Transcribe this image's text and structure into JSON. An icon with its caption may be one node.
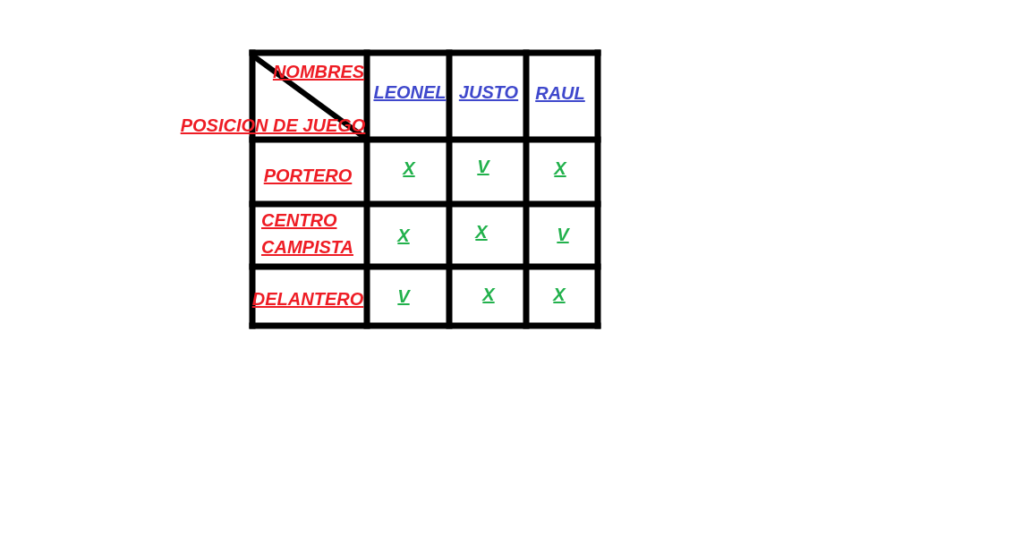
{
  "diagram": {
    "labels": [
      "NOMBRES",
      "POSICION DE JUEGO",
      "LEONEL",
      "JUSTO",
      "RAUL",
      "PORTERO",
      "X",
      "V",
      "X",
      "CENTRO CAMPISTA",
      "X",
      "X",
      "V",
      "DELANTERO",
      "V",
      "X",
      "X"
    ]
  }
}
